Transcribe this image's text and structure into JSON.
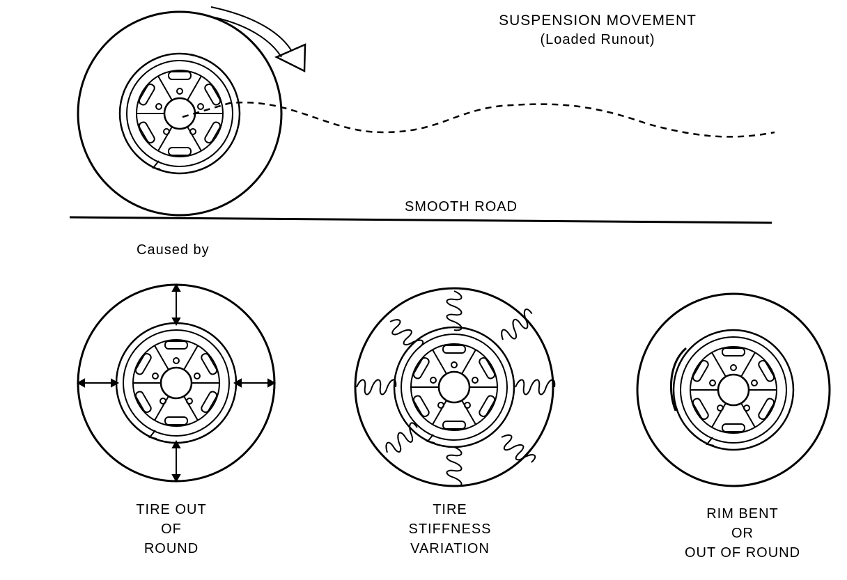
{
  "title": "SUSPENSION MOVEMENT",
  "subtitle": "(Loaded Runout)",
  "road_label": "SMOOTH ROAD",
  "caused_by": "Caused by",
  "causes": [
    {
      "line1": "TIRE OUT",
      "line2": "OF",
      "line3": "ROUND"
    },
    {
      "line1": "TIRE",
      "line2": "STIFFNESS",
      "line3": "VARIATION"
    },
    {
      "line1": "RIM BENT",
      "line2": "OR",
      "line3": "OUT OF ROUND"
    }
  ],
  "colors": {
    "ink": "#000000",
    "paper": "#ffffff"
  },
  "icons": [
    "rotation-arrow-icon",
    "wheel-icon",
    "spring-icon",
    "radius-arrow-icon"
  ]
}
